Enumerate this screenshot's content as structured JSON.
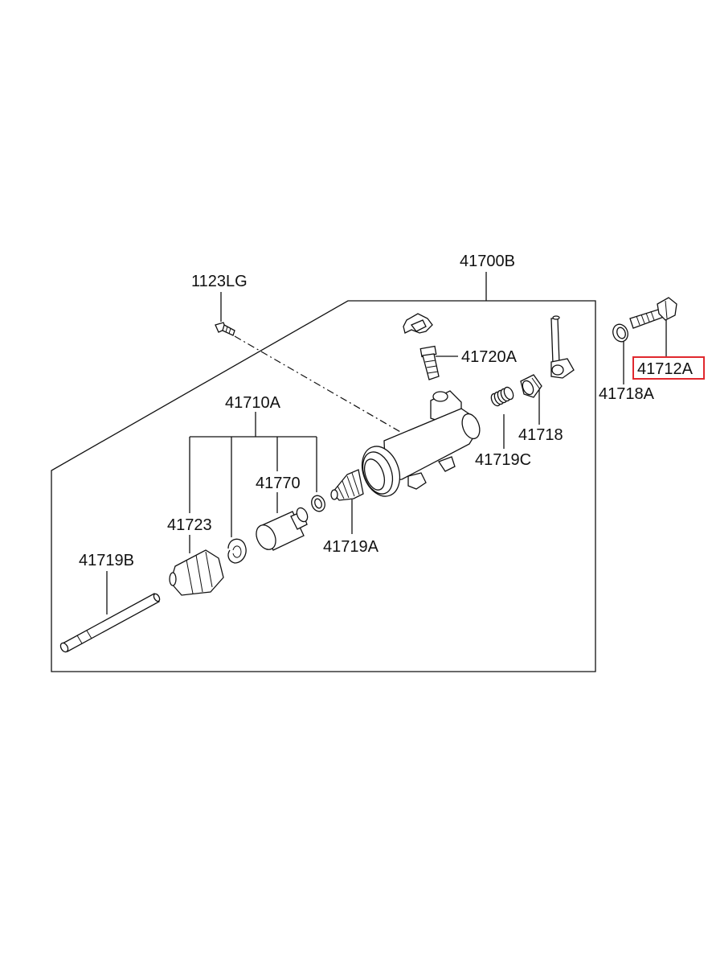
{
  "diagram": {
    "labels": {
      "p41700B": "41700B",
      "p1123LG": "1123LG",
      "p41720A": "41720A",
      "p41712A": "41712A",
      "p41718A": "41718A",
      "p41710A": "41710A",
      "p41718": "41718",
      "p41719C": "41719C",
      "p41770": "41770",
      "p41723": "41723",
      "p41719A": "41719A",
      "p41719B": "41719B"
    },
    "highlight": {
      "part": "41712A",
      "color": "#e0282e"
    }
  }
}
